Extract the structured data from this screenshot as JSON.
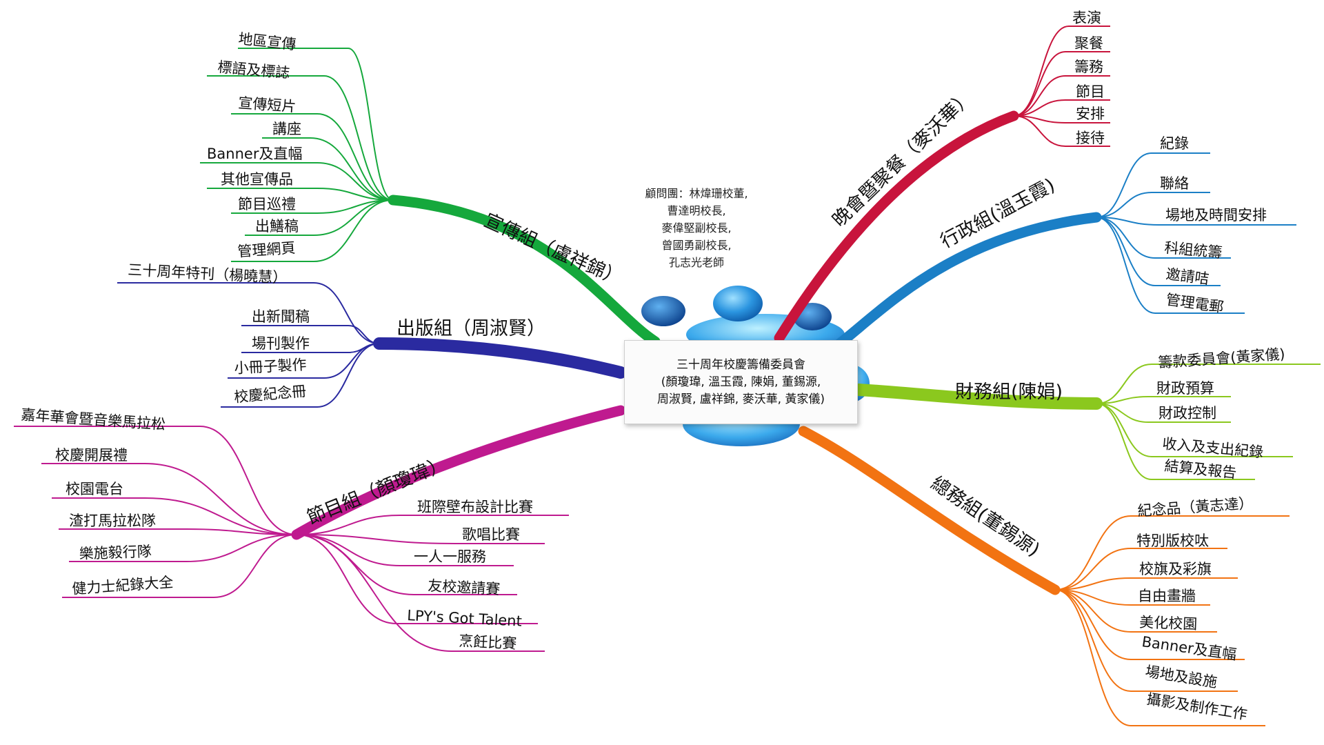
{
  "center": {
    "lines": [
      "三十周年校慶籌備委員會",
      "(顏瓊瑋, 溫玉霞, 陳娟, 董錫源,",
      "周淑賢, 盧祥錦, 麥沃華, 黃家儀)"
    ]
  },
  "advisory": {
    "lines": [
      "顧問團：林煒珊校董,",
      "曹達明校長,",
      "麥偉堅副校長,",
      "曾國勇副校長,",
      "孔志光老師"
    ]
  },
  "colors": {
    "publicity": "#15a83c",
    "publishing": "#2a2aa0",
    "program": "#bf1a8f",
    "dinner": "#c8143c",
    "admin": "#1b7fc6",
    "finance": "#8bc81e",
    "general": "#f27312",
    "figure": "#1e7fd0"
  },
  "branches": {
    "publicity": {
      "label": "宣傳組（盧祥錦）",
      "items": [
        "地區宣傳",
        "標語及標誌",
        "宣傳短片",
        "講座",
        "Banner及直幅",
        "其他宣傳品",
        "節目巡禮",
        "出鱔稿",
        "管理網頁"
      ]
    },
    "publishing": {
      "label": "出版組（周淑賢）",
      "items": [
        "三十周年特刊（楊曉慧）",
        "出新聞稿",
        "場刊製作",
        "小冊子製作",
        "校慶紀念冊"
      ]
    },
    "program": {
      "label": "節目組（顏瓊瑋）",
      "items": [
        "嘉年華會暨音樂馬拉松",
        "校慶開展禮",
        "校園電台",
        "渣打馬拉松隊",
        "樂施毅行隊",
        "健力士紀錄大全",
        "班際壁布設計比賽",
        "歌唱比賽",
        "一人一服務",
        "友校邀請賽",
        "LPY's Got Talent",
        "烹飪比賽"
      ]
    },
    "dinner": {
      "label": "晚會暨聚餐（麥沃華）",
      "items": [
        "表演",
        "聚餐",
        "籌務",
        "節目",
        "安排",
        "接待"
      ]
    },
    "admin": {
      "label": "行政組(溫玉霞)",
      "items": [
        "紀錄",
        "聯絡",
        "場地及時間安排",
        "科組統籌",
        "邀請咭",
        "管理電郵"
      ]
    },
    "finance": {
      "label": "財務組(陳娟)",
      "items": [
        "籌款委員會(黃家儀)",
        "財政預算",
        "財政控制",
        "收入及支出紀錄",
        "結算及報告"
      ]
    },
    "general": {
      "label": "總務組(董錫源)",
      "items": [
        "紀念品（黃志達）",
        "特別版校呔",
        "校旗及彩旗",
        "自由畫牆",
        "美化校園",
        "Banner及直幅",
        "場地及設施",
        "攝影及制作工作"
      ]
    }
  }
}
